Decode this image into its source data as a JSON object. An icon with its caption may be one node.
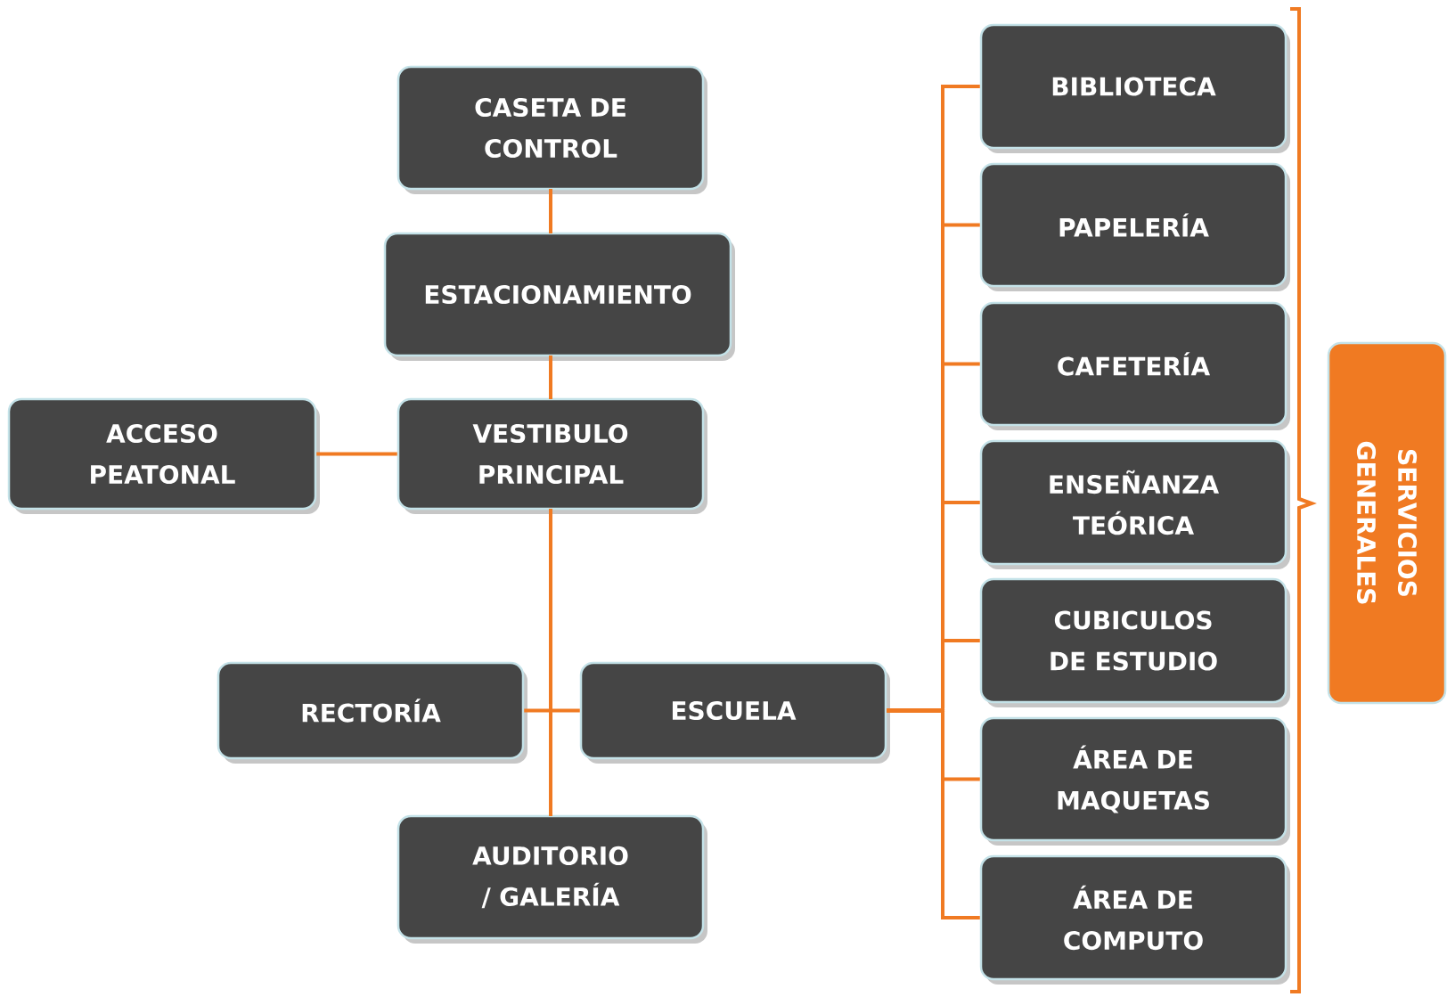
{
  "diagram": {
    "nodes": [
      {
        "text": [
          "CASETA DE CONTROL"
        ]
      },
      {
        "text": [
          "ESTACIONAMIENTO"
        ]
      },
      {
        "text": [
          "ACCESO PEATONAL"
        ]
      },
      {
        "text": [
          "VESTIBULO PRINCIPAL"
        ]
      },
      {
        "text": [
          "RECTORÍA"
        ]
      },
      {
        "text": [
          "ESCUELA"
        ]
      },
      {
        "text": [
          "AUDITORIO / GALERÍA"
        ]
      },
      {
        "text": [
          "BIBLIOTECA"
        ]
      },
      {
        "text": [
          "PAPELERÍA"
        ]
      },
      {
        "text": [
          "CAFETERÍA"
        ]
      },
      {
        "text": [
          "ENSEÑANZA TEÓRICA"
        ]
      },
      {
        "text": [
          "CUBICULOS DE ESTUDIO"
        ]
      },
      {
        "text": [
          "ÁREA DE MAQUETAS"
        ]
      },
      {
        "text": [
          "ÁREA DE COMPUTO"
        ]
      },
      {
        "text": [
          "SERVICIOS GENERALES"
        ]
      }
    ],
    "edges": [
      {
        "from": 0,
        "to": 1,
        "arrow": "none"
      },
      {
        "from": 1,
        "to": 3,
        "arrow": "none"
      },
      {
        "from": 2,
        "to": 3,
        "arrow": "none"
      },
      {
        "from": 3,
        "to": 6,
        "arrow": "none"
      },
      {
        "from": 3,
        "to": 4,
        "arrow": "none"
      },
      {
        "from": 3,
        "to": 5,
        "arrow": "none"
      },
      {
        "from": 5,
        "to": 7,
        "arrow": "none"
      },
      {
        "from": 5,
        "to": 8,
        "arrow": "none"
      },
      {
        "from": 5,
        "to": 9,
        "arrow": "none"
      },
      {
        "from": 5,
        "to": 10,
        "arrow": "none"
      },
      {
        "from": 5,
        "to": 11,
        "arrow": "none"
      },
      {
        "from": 5,
        "to": 12,
        "arrow": "none"
      },
      {
        "from": 5,
        "to": 13,
        "arrow": "none"
      }
    ]
  }
}
